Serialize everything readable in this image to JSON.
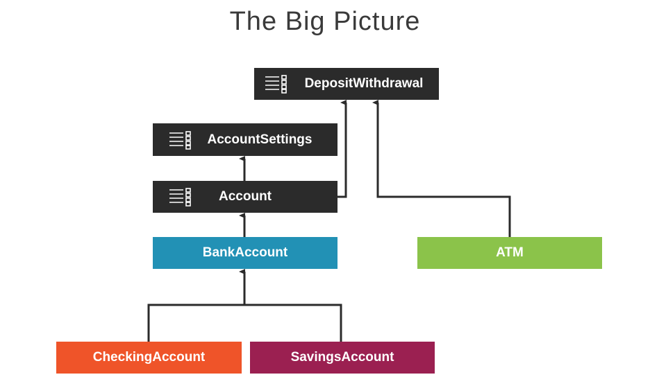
{
  "title": "The Big Picture",
  "colors": {
    "interface": "#2b2b2b",
    "bank_account": "#2291b5",
    "atm": "#8bc34a",
    "checking_account": "#ef5429",
    "savings_account": "#9b2051",
    "connector": "#2b2b2b"
  },
  "nodes": {
    "deposit_withdrawal": {
      "label": "DepositWithdrawal",
      "icon": "interface-list-icon"
    },
    "account_settings": {
      "label": "AccountSettings",
      "icon": "interface-list-icon"
    },
    "account": {
      "label": "Account",
      "icon": "interface-list-icon"
    },
    "bank_account": {
      "label": "BankAccount"
    },
    "atm": {
      "label": "ATM"
    },
    "checking_account": {
      "label": "CheckingAccount"
    },
    "savings_account": {
      "label": "SavingsAccount"
    }
  },
  "edges": [
    {
      "from": "account",
      "to": "deposit_withdrawal"
    },
    {
      "from": "atm",
      "to": "deposit_withdrawal"
    },
    {
      "from": "account",
      "to": "account_settings"
    },
    {
      "from": "bank_account",
      "to": "account"
    },
    {
      "from": "checking_account",
      "to": "bank_account"
    },
    {
      "from": "savings_account",
      "to": "bank_account"
    }
  ]
}
